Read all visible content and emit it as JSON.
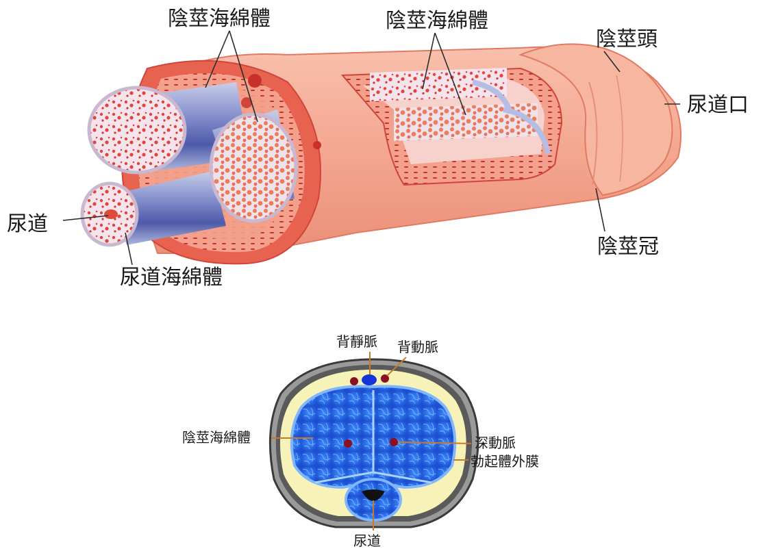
{
  "long_section": {
    "labels": {
      "corpus_cavernosum_left": "陰莖海綿體",
      "corpus_cavernosum_right": "陰莖海綿體",
      "glans": "陰莖頭",
      "urethral_meatus": "尿道口",
      "urethra": "尿道",
      "corpus_spongiosum": "尿道海綿體",
      "corona": "陰莖冠"
    }
  },
  "cross_section": {
    "labels": {
      "dorsal_vein": "背靜脈",
      "dorsal_artery": "背動脈",
      "corpus_cavernosum": "陰莖海綿體",
      "deep_artery": "深動脈",
      "tunica_albuginea": "勃起體外膜",
      "urethra": "尿道"
    }
  },
  "colors": {
    "skin": "#f4a790",
    "skin_dark": "#e8806a",
    "tissue_red": "#e04a3a",
    "sponge_blue": "#2f6fe8",
    "tunica_yellow": "#f7f2b8",
    "outer_gray": "#5a5a5a",
    "leader_orange": "#c87a2a"
  }
}
